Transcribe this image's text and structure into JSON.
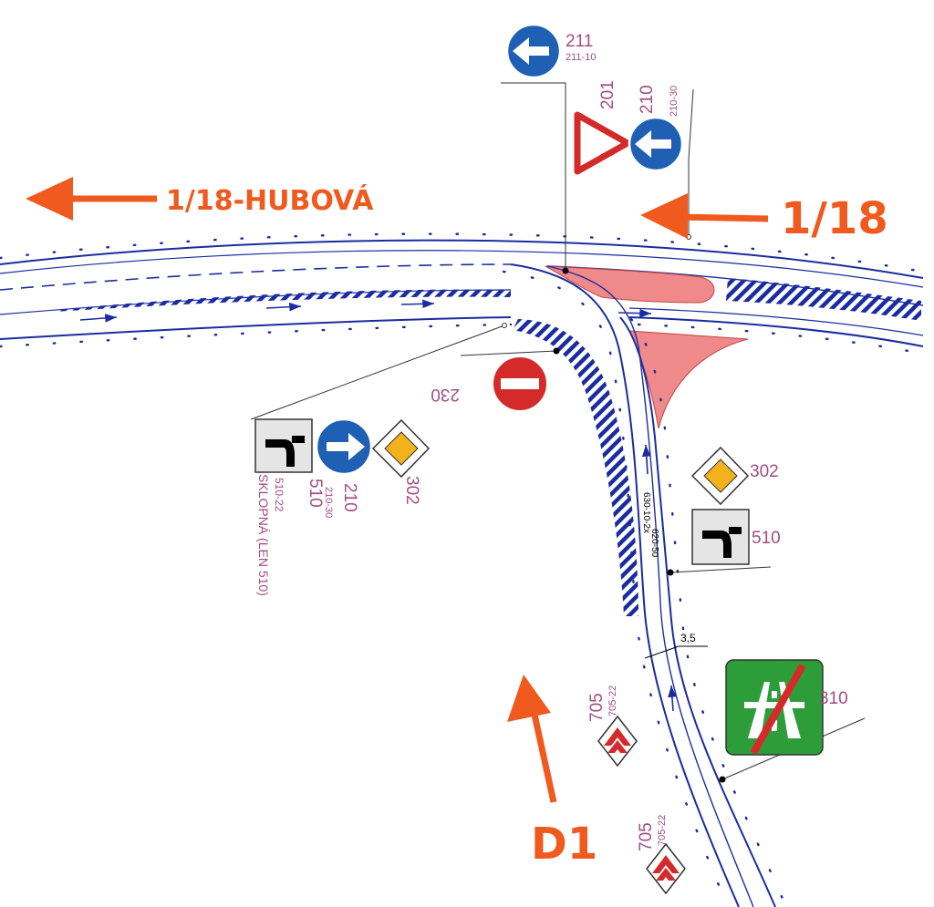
{
  "colors": {
    "road": "#1a2ca0",
    "arrow": "#f05a1e",
    "code": "#a34d82",
    "island": "#f08a8a",
    "sign_blue": "#1f5fb4",
    "sign_red": "#d52a2a",
    "sign_green": "#2d9d3a"
  },
  "routes": {
    "west": "1/18-HUBOVÁ",
    "east": "1/18",
    "south": "D1"
  },
  "signs": {
    "s211": {
      "code": "211",
      "sub": "211-10",
      "icon": "arrow-left-icon"
    },
    "s201": {
      "code": "201",
      "icon": "yield-triangle-icon"
    },
    "s210_top": {
      "code": "210",
      "sub": "210-30",
      "icon": "arrow-left-icon"
    },
    "s230": {
      "code": "230",
      "icon": "no-entry-icon"
    },
    "s510_left": {
      "code": "510",
      "sub": "510-22",
      "note": "SKLOPNÁ (LEN 510)",
      "icon": "lane-merge-icon"
    },
    "s210_left": {
      "code": "210",
      "sub": "210-30",
      "icon": "arrow-right-icon"
    },
    "s302_left": {
      "code": "302",
      "icon": "priority-road-icon"
    },
    "s302_right": {
      "code": "302",
      "icon": "priority-road-icon"
    },
    "s510_right": {
      "code": "510",
      "icon": "lane-merge-icon"
    },
    "s310": {
      "code": "310",
      "icon": "motorway-end-icon"
    },
    "s705_a": {
      "code": "705",
      "sub": "705-22",
      "icon": "chevron-up-icon"
    },
    "s705_b": {
      "code": "705",
      "sub": "705-22",
      "icon": "chevron-up-icon"
    }
  },
  "markings": {
    "line_code": "630-10-2x",
    "line_code2": "620-50",
    "width": "3,5"
  }
}
